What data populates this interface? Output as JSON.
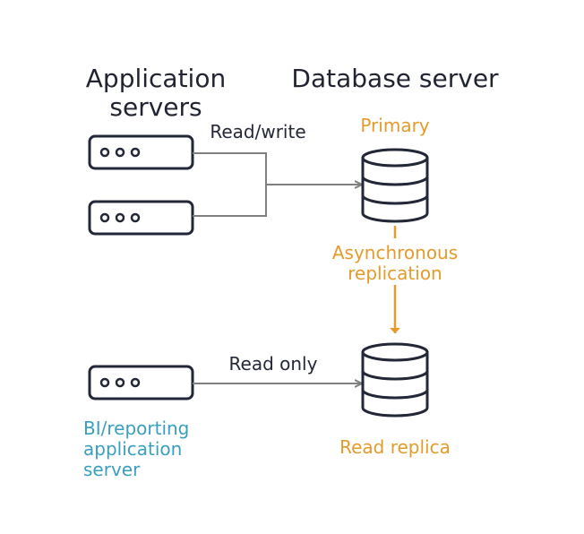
{
  "headings": {
    "application_servers_line1": "Application",
    "application_servers_line2": "servers",
    "database_server": "Database server"
  },
  "labels": {
    "read_write": "Read/write",
    "read_only": "Read only",
    "primary": "Primary",
    "async_line1": "Asynchronous",
    "async_line2": "replication",
    "read_replica": "Read replica",
    "bi_line1": "BI/reporting",
    "bi_line2": "application",
    "bi_line3": "server"
  },
  "colors": {
    "orange": "#e49b2c",
    "teal": "#3a9fbf",
    "dark": "#232838",
    "connector": "#7f7f7f"
  }
}
